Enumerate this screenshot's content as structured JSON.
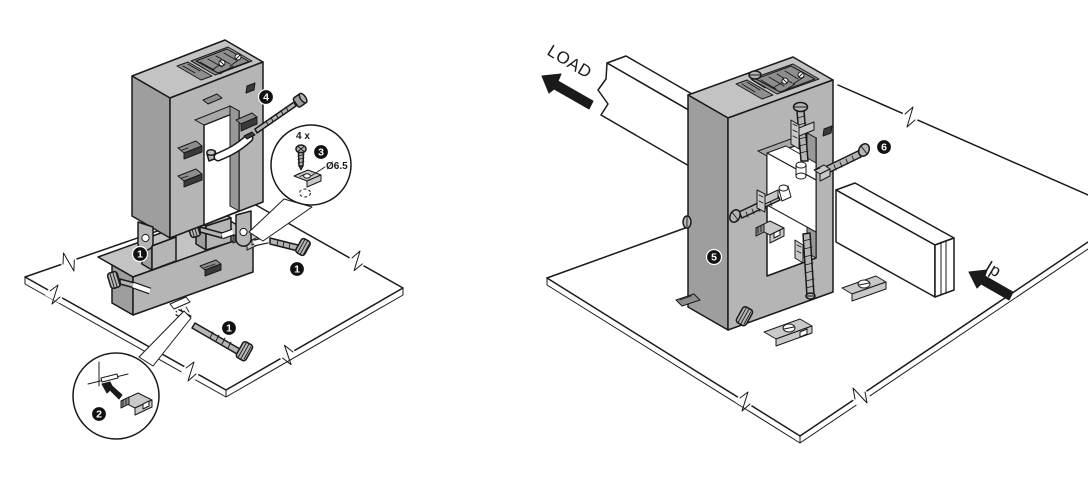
{
  "labels": {
    "load": "LOAD",
    "primary_current": "Ip",
    "screw_quantity": "4 x",
    "hole_diameter": "Ø6.5"
  },
  "steps": {
    "s1": "1",
    "s2": "2",
    "s3": "3",
    "s4": "4",
    "s5": "5",
    "s6": "6"
  },
  "colors": {
    "device_gray": "#b5b5b5",
    "device_gray_top": "#c3c3c3",
    "device_gray_dark": "#9e9e9e",
    "outline": "#1a1a1a",
    "badge_black": "#111111",
    "background": "#ffffff"
  }
}
